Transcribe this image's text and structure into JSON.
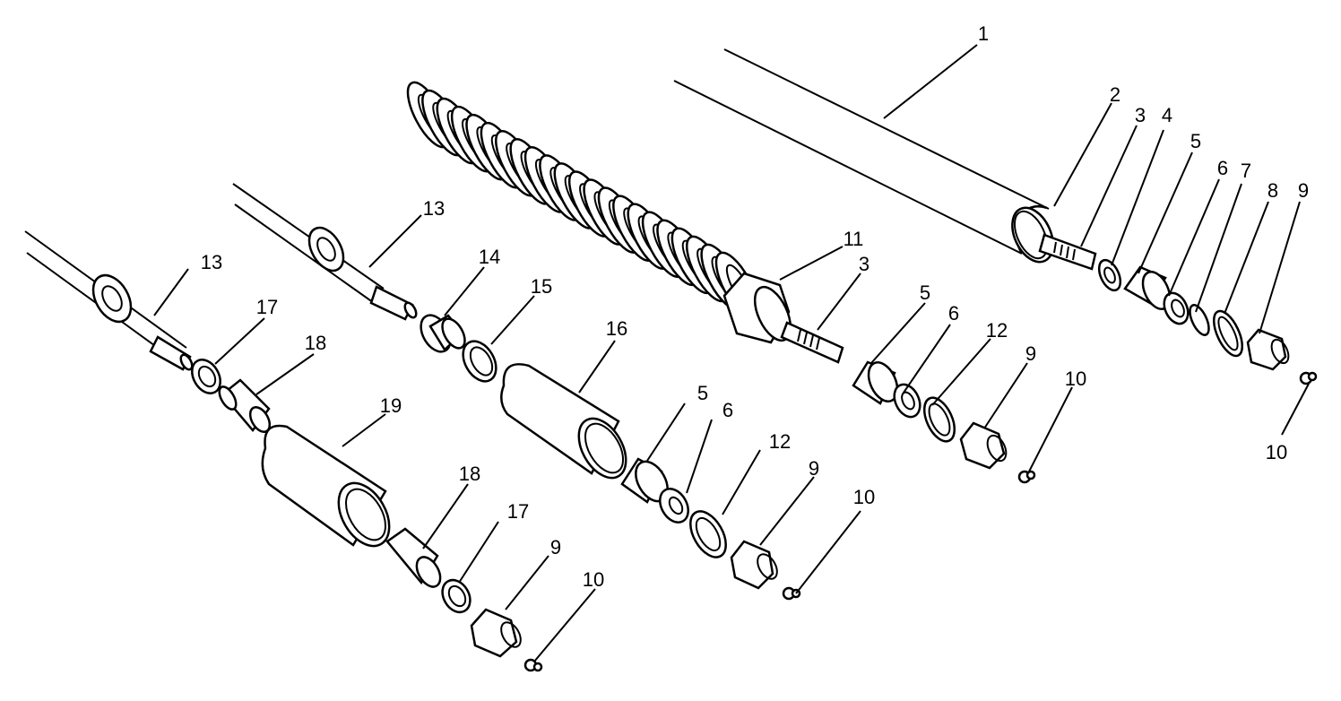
{
  "figure": {
    "callouts": [
      "1",
      "2",
      "3",
      "4",
      "5",
      "6",
      "7",
      "8",
      "9",
      "10",
      "11",
      "12",
      "13",
      "14",
      "15",
      "16",
      "17",
      "18",
      "19"
    ]
  }
}
